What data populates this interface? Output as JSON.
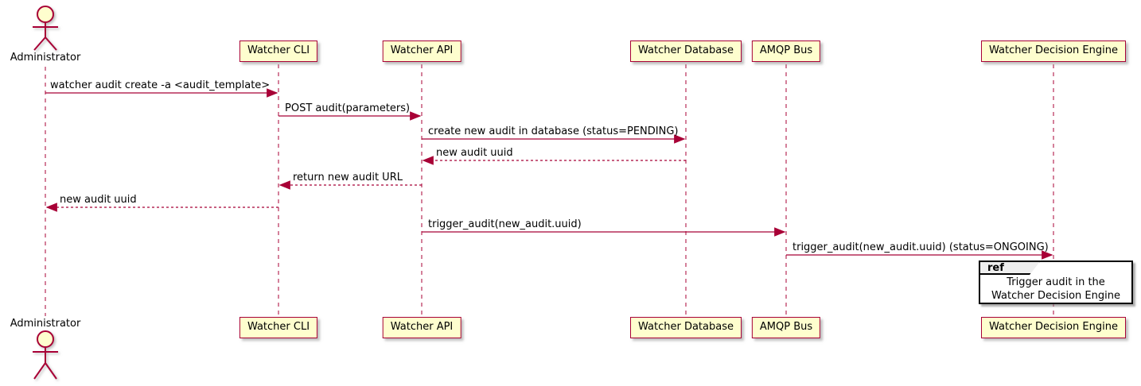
{
  "diagram": {
    "type": "sequence",
    "colors": {
      "participant_fill": "#FEFECE",
      "participant_border": "#A80036",
      "line": "#A80036",
      "text": "#000000",
      "ref_border": "#000000",
      "ref_header_fill": "#EEEEEE",
      "ref_fill": "#FFFFFF"
    },
    "actors": [
      {
        "name": "Administrator"
      }
    ],
    "participants": [
      {
        "label": "Watcher CLI"
      },
      {
        "label": "Watcher API"
      },
      {
        "label": "Watcher Database"
      },
      {
        "label": "AMQP Bus"
      },
      {
        "label": "Watcher Decision Engine"
      }
    ],
    "messages": [
      {
        "from": "Administrator",
        "to": "Watcher CLI",
        "label": "watcher audit create -a <audit_template>",
        "line": "solid"
      },
      {
        "from": "Watcher CLI",
        "to": "Watcher API",
        "label": "POST audit(parameters)",
        "line": "solid"
      },
      {
        "from": "Watcher API",
        "to": "Watcher Database",
        "label": "create new audit in database (status=PENDING)",
        "line": "solid"
      },
      {
        "from": "Watcher Database",
        "to": "Watcher API",
        "label": "new audit uuid",
        "line": "dashed"
      },
      {
        "from": "Watcher API",
        "to": "Watcher CLI",
        "label": "return new audit URL",
        "line": "dashed"
      },
      {
        "from": "Watcher CLI",
        "to": "Administrator",
        "label": "new audit uuid",
        "line": "dashed"
      },
      {
        "from": "Watcher API",
        "to": "AMQP Bus",
        "label": "trigger_audit(new_audit.uuid)",
        "line": "solid"
      },
      {
        "from": "AMQP Bus",
        "to": "Watcher Decision Engine",
        "label": "trigger_audit(new_audit.uuid) (status=ONGOING)",
        "line": "solid"
      }
    ],
    "ref": {
      "keyword": "ref",
      "over": "Watcher Decision Engine",
      "lines": [
        "Trigger audit in the",
        "Watcher Decision Engine"
      ]
    }
  }
}
